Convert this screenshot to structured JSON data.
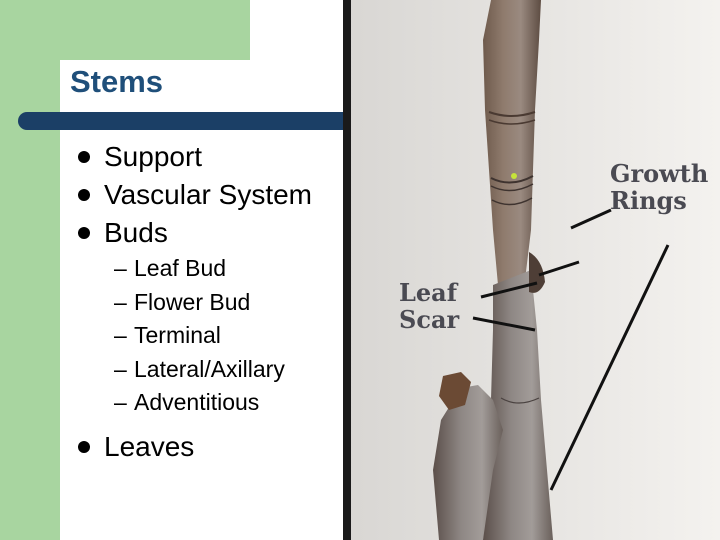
{
  "slide": {
    "title": "Stems",
    "bullets": [
      {
        "text": "Support"
      },
      {
        "text": "Vascular System"
      },
      {
        "text": "Buds",
        "sub": [
          "Leaf Bud",
          "Flower Bud",
          "Terminal",
          "Lateral/Axillary",
          "Adventitious"
        ]
      },
      {
        "text": "Leaves"
      }
    ],
    "dash": "–"
  },
  "photo": {
    "label_growth_rings": "Growth\nRings",
    "label_leaf_scar": "Leaf\nScar"
  },
  "colors": {
    "green": "#a8d5a0",
    "title": "#1f4f7a",
    "bar": "#1b3f66"
  }
}
